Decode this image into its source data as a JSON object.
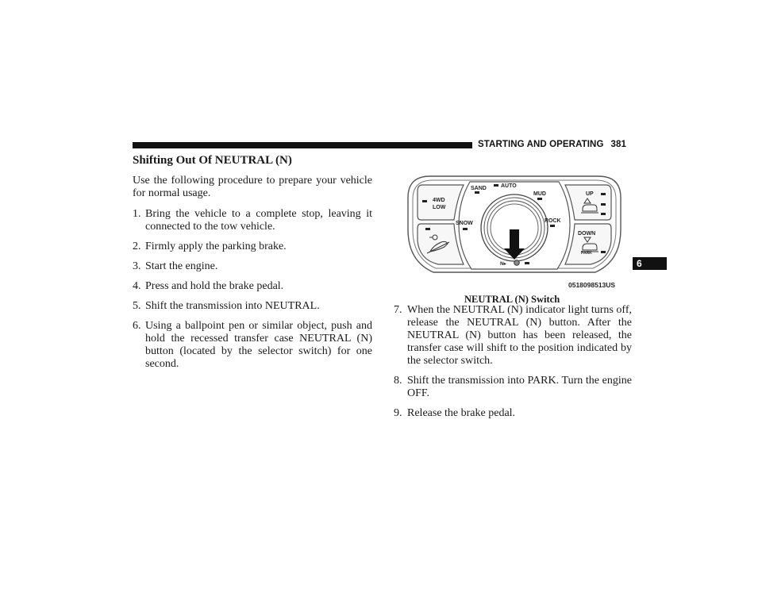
{
  "header": {
    "section": "STARTING AND OPERATING",
    "page_number": "381"
  },
  "section_title": "Shifting Out Of NEUTRAL (N)",
  "intro": "Use the following procedure to prepare your vehicle for normal usage.",
  "steps": [
    {
      "num": "1.",
      "text": "Bring the vehicle to a complete stop, leaving it connected to the tow vehicle."
    },
    {
      "num": "2.",
      "text": "Firmly apply the parking brake."
    },
    {
      "num": "3.",
      "text": "Start the engine."
    },
    {
      "num": "4.",
      "text": "Press and hold the brake pedal."
    },
    {
      "num": "5.",
      "text": "Shift the transmission into NEUTRAL."
    },
    {
      "num": "6.",
      "text": "Using a ballpoint pen or similar object, push and hold the recessed transfer case NEUTRAL (N) button (located by the selector switch) for one second."
    },
    {
      "num": "7.",
      "text": "When the NEUTRAL (N) indicator light turns off, release the NEUTRAL (N) button. After the NEUTRAL (N) button has been released, the transfer case will shift to the position indicated by the selector switch."
    },
    {
      "num": "8.",
      "text": "Shift the transmission into PARK. Turn the engine OFF."
    },
    {
      "num": "9.",
      "text": "Release the brake pedal."
    }
  ],
  "figure": {
    "labels": {
      "four_wd": "4WD",
      "low": "LOW",
      "sand": "SAND",
      "auto": "AUTO",
      "mud": "MUD",
      "snow": "SNOW",
      "rock": "ROCK",
      "up": "UP",
      "down": "DOWN",
      "park": "PARK",
      "neutral": "N▸"
    },
    "code": "0518098513US",
    "caption": "NEUTRAL (N) Switch"
  },
  "chapter_tab": "6"
}
